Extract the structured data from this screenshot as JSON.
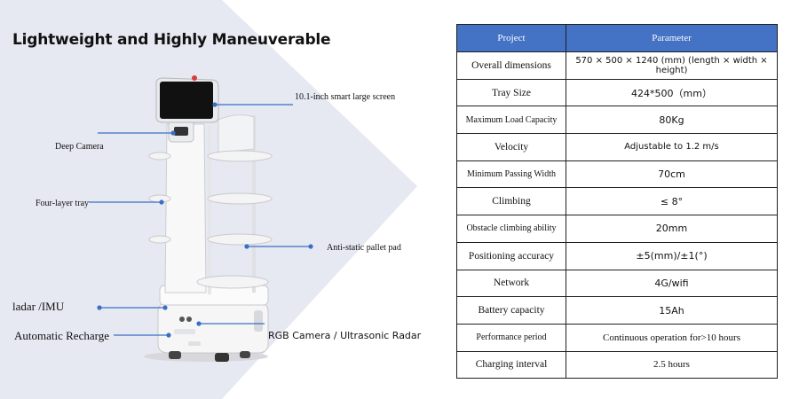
{
  "title": "Lightweight and Highly Maneuverable",
  "callouts": {
    "screen": "10.1-inch smart large screen",
    "camera": "Deep Camera",
    "tray": "Four-layer tray",
    "pad": "Anti-static pallet pad",
    "lidar": "ladar /IMU",
    "recharge": "Automatic Recharge",
    "rgb": "RGB Camera / Ultrasonic Radar"
  },
  "table": {
    "header": [
      "Project",
      "Parameter"
    ],
    "rows": [
      {
        "key": "Overall dimensions",
        "value": "570 × 500 × 1240 (mm) (length × width × height)"
      },
      {
        "key": "Tray Size",
        "value": "424*500（mm）"
      },
      {
        "key": "Maximum Load Capacity",
        "value": "80Kg"
      },
      {
        "key": "Velocity",
        "value": "Adjustable to 1.2 m/s"
      },
      {
        "key": "Minimum Passing Width",
        "value": "70cm"
      },
      {
        "key": "Climbing",
        "value": "≤ 8°"
      },
      {
        "key": "Obstacle climbing ability",
        "value": "20mm"
      },
      {
        "key": "Positioning accuracy",
        "value": "±5(mm)/±1(°)"
      },
      {
        "key": "Network",
        "value": "4G/wifi"
      },
      {
        "key": "Battery capacity",
        "value": "15Ah"
      },
      {
        "key": "Performance period",
        "value": "Continuous operation for>10 hours"
      },
      {
        "key": "Charging interval",
        "value": "2.5 hours"
      }
    ]
  },
  "colors": {
    "header_bg": "#4472c4",
    "chevron": "#e3e6f1",
    "leader_line": "#3a6fc4"
  }
}
